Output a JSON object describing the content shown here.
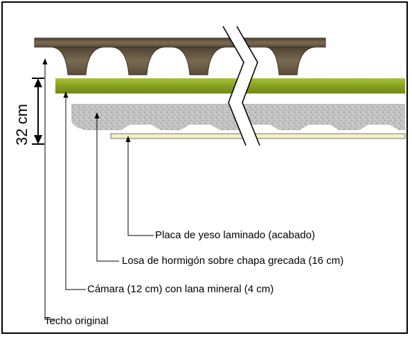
{
  "dimension": {
    "label": "32 cm"
  },
  "labels": {
    "techo": "Techo original",
    "camara": "Cámara (12 cm) con lana mineral (4 cm)",
    "losa": "Losa de hormigón sobre chapa grecada (16 cm)",
    "placa": "Placa de yeso laminado (acabado)"
  },
  "colors": {
    "roof": "#6a5a45",
    "wool": "#8fa828",
    "concrete": "#b9b9b9",
    "plasterboard": "#f3f0c8",
    "border": "#000000"
  }
}
